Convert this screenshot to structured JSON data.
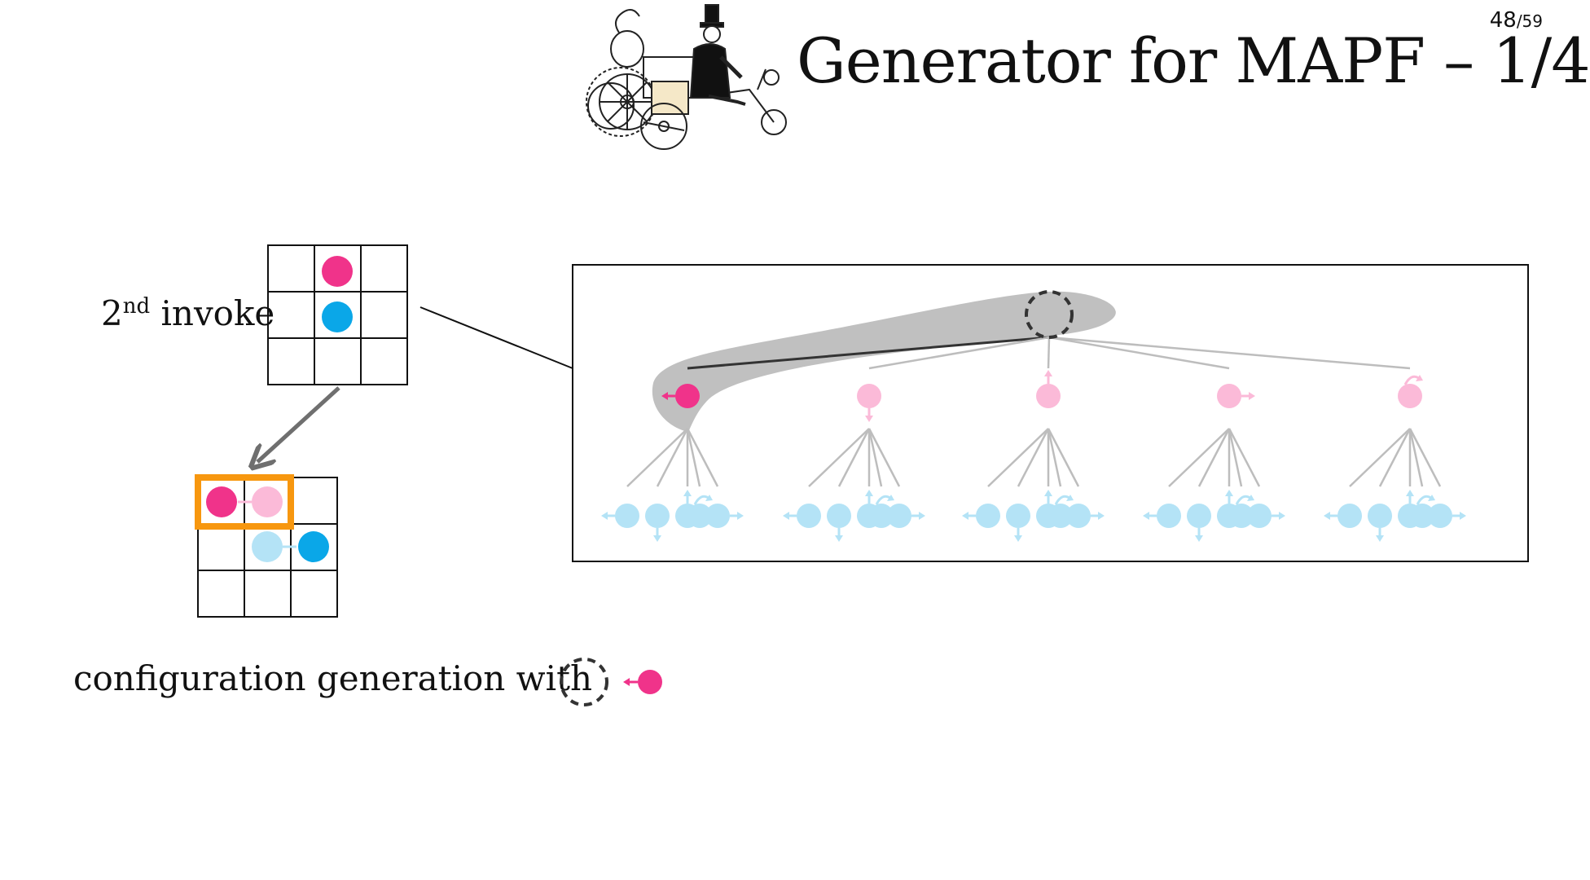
{
  "header": {
    "title": "Generator for MAPF – 1/4",
    "page_current": "48",
    "page_total": "/59"
  },
  "left_panel": {
    "invoke_prefix": "2",
    "invoke_sup": "nd",
    "invoke_suffix": " invoke"
  },
  "caption": {
    "text": "configuration generation with"
  },
  "tree": {
    "level1_moves": [
      "left",
      "down",
      "up",
      "right",
      "stay"
    ],
    "level2_moves": [
      "left",
      "down",
      "up",
      "right",
      "stay"
    ],
    "selected_level1": "left"
  },
  "colors": {
    "agent_pink": "#f0338a",
    "agent_pink_light": "#fbbad8",
    "agent_blue": "#0aa7e8",
    "agent_blue_light": "#b4e3f6",
    "highlight_orange": "#f7970f",
    "tree_gray": "#bdbdbd",
    "selection_gray": "#c0c0c0"
  },
  "illustration": {
    "icon": "steam-tricycle-illustration-icon"
  }
}
